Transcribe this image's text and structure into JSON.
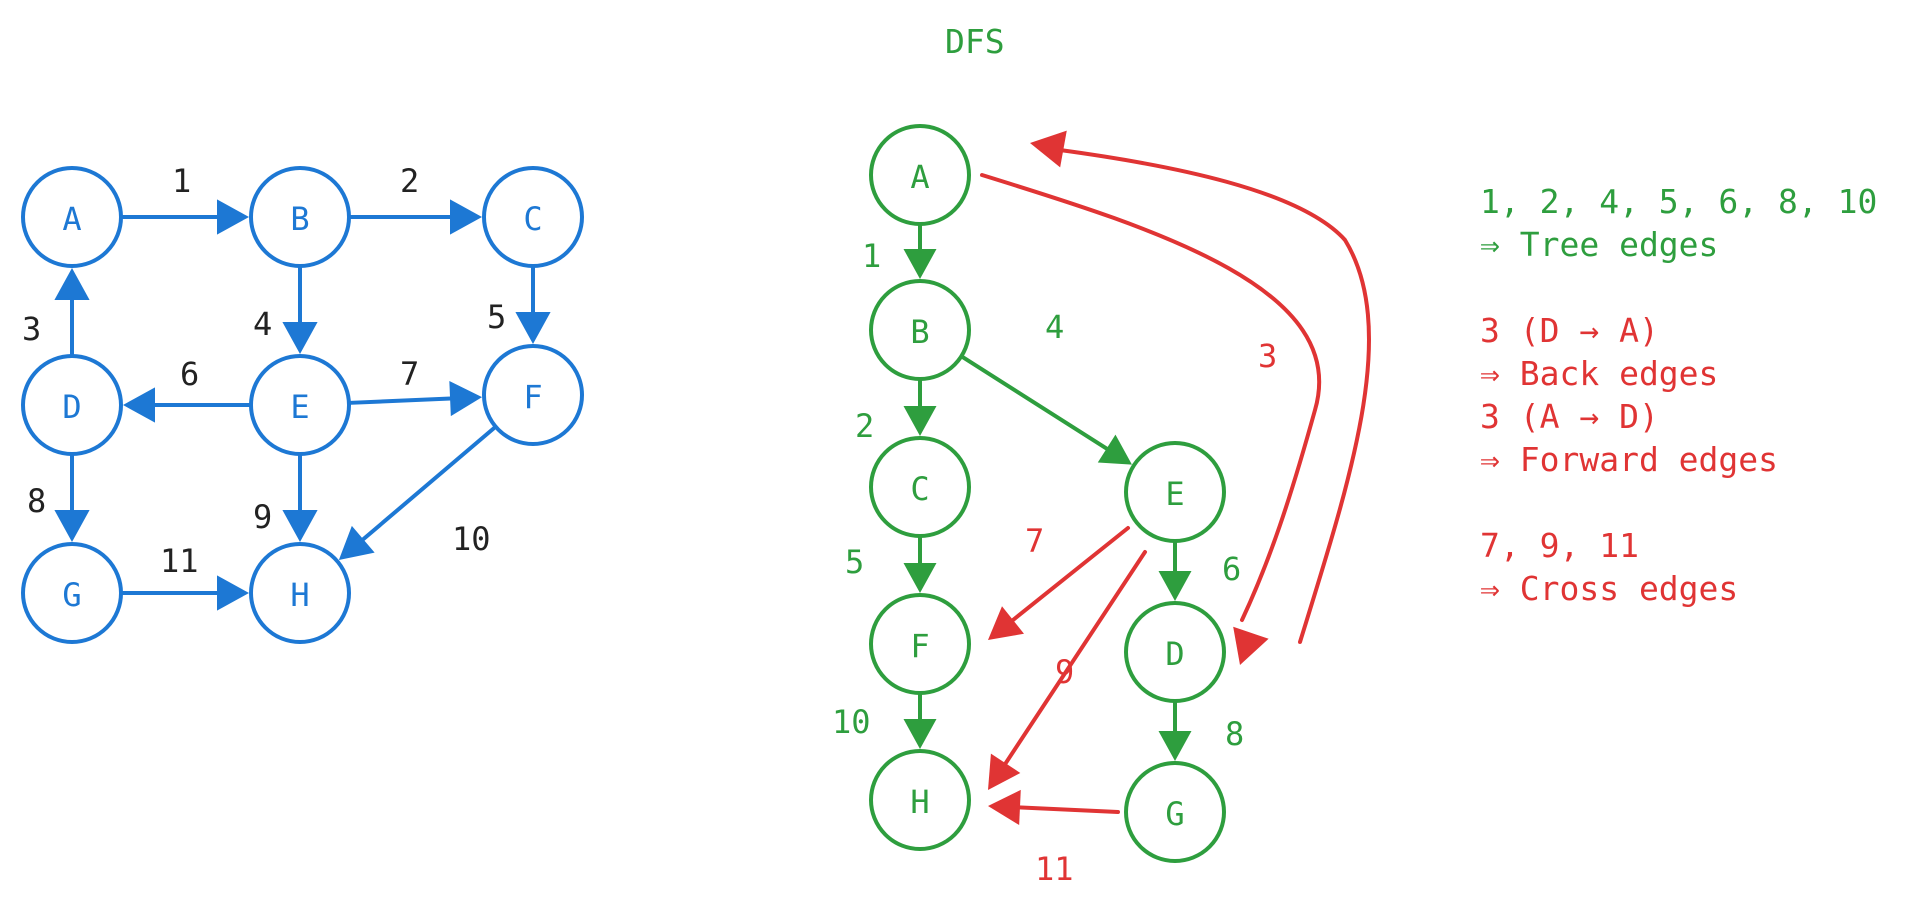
{
  "title": "DFS",
  "colors": {
    "blue": "#1d78d4",
    "green": "#2e9e3e",
    "red": "#e03434",
    "black": "#222222"
  },
  "left_graph": {
    "nodes": [
      "A",
      "B",
      "C",
      "D",
      "E",
      "F",
      "G",
      "H"
    ],
    "edges": [
      {
        "from": "A",
        "to": "B",
        "label": "1"
      },
      {
        "from": "B",
        "to": "C",
        "label": "2"
      },
      {
        "from": "D",
        "to": "A",
        "label": "3"
      },
      {
        "from": "B",
        "to": "E",
        "label": "4"
      },
      {
        "from": "C",
        "to": "F",
        "label": "5"
      },
      {
        "from": "E",
        "to": "D",
        "label": "6"
      },
      {
        "from": "E",
        "to": "F",
        "label": "7"
      },
      {
        "from": "D",
        "to": "G",
        "label": "8"
      },
      {
        "from": "E",
        "to": "H",
        "label": "9"
      },
      {
        "from": "F",
        "to": "H",
        "label": "10"
      },
      {
        "from": "G",
        "to": "H",
        "label": "11"
      }
    ]
  },
  "dfs_tree": {
    "nodes": [
      "A",
      "B",
      "C",
      "E",
      "F",
      "D",
      "H",
      "G"
    ],
    "tree_edges": [
      {
        "from": "A",
        "to": "B",
        "label": "1"
      },
      {
        "from": "B",
        "to": "C",
        "label": "2"
      },
      {
        "from": "B",
        "to": "E",
        "label": "4"
      },
      {
        "from": "C",
        "to": "F",
        "label": "5"
      },
      {
        "from": "E",
        "to": "D",
        "label": "6"
      },
      {
        "from": "D",
        "to": "G",
        "label": "8"
      },
      {
        "from": "F",
        "to": "H",
        "label": "10"
      }
    ],
    "other_edges": [
      {
        "from": "E",
        "to": "F",
        "label": "7"
      },
      {
        "from": "E",
        "to": "H",
        "label": "9"
      },
      {
        "from": "G",
        "to": "H",
        "label": "11"
      },
      {
        "from": "A",
        "to": "D",
        "label": "3"
      },
      {
        "from": "D",
        "to": "A",
        "label": ""
      }
    ]
  },
  "legend": {
    "tree_line1": "1, 2, 4, 5, 6, 8, 10",
    "tree_line2": "⇒ Tree edges",
    "back_line1": "3 (D → A)",
    "back_line2": "⇒ Back edges",
    "forward_line1": "3 (A → D)",
    "forward_line2": "⇒ Forward edges",
    "cross_line1": "7, 9, 11",
    "cross_line2": "⇒ Cross edges"
  }
}
